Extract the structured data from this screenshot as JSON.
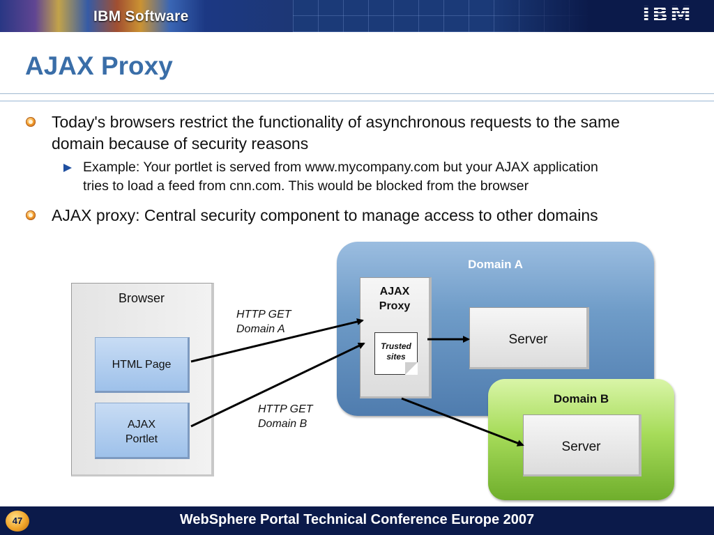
{
  "banner": {
    "product": "IBM Software",
    "logo": "IBM"
  },
  "title": "AJAX Proxy",
  "bullets": [
    {
      "text_line1": "Today's browsers restrict the functionality of asynchronous requests to the same",
      "text_line2": "domain because of security reasons",
      "sub": {
        "line1": "Example: Your portlet is served from www.mycompany.com but your AJAX application",
        "line2": "tries to load a feed from cnn.com. This would be blocked from the browser"
      }
    },
    {
      "text_line1": "AJAX proxy: Central security component to manage access to other domains"
    }
  ],
  "diagram": {
    "browser": {
      "label": "Browser",
      "html_page": "HTML Page",
      "ajax_portlet_line1": "AJAX",
      "ajax_portlet_line2": "Portlet"
    },
    "domain_a": {
      "label": "Domain A",
      "proxy_line1": "AJAX",
      "proxy_line2": "Proxy",
      "trusted_line1": "Trusted",
      "trusted_line2": "sites",
      "server": "Server"
    },
    "domain_b": {
      "label": "Domain B",
      "server": "Server"
    },
    "arrow_a": {
      "line1": "HTTP GET",
      "line2": "Domain A"
    },
    "arrow_b": {
      "line1": "HTTP GET",
      "line2": "Domain B"
    }
  },
  "footer": {
    "text": "WebSphere Portal Technical Conference Europe 2007",
    "page_number": "47"
  },
  "colors": {
    "title": "#3a6ea8",
    "banner": "#0b1a4a",
    "domain_a": "#5f8cbc",
    "domain_b": "#8cc444"
  }
}
